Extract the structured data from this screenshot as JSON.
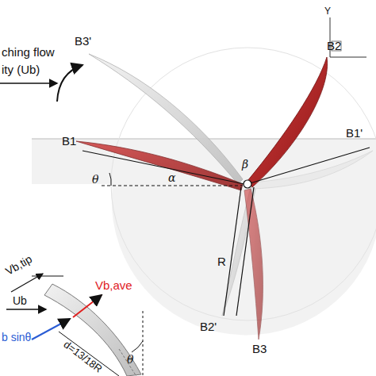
{
  "diagram": {
    "labels": [
      "Y",
      "ching flow",
      "ity (Ub)",
      "B3'",
      "B2",
      "B1",
      "B1'",
      "θ",
      "α",
      "β",
      "R",
      "B2'",
      "B3",
      "Vb,tip",
      "Ub",
      "Vb,ave",
      "b sinθ",
      "θ",
      "d=13/18R"
    ]
  }
}
